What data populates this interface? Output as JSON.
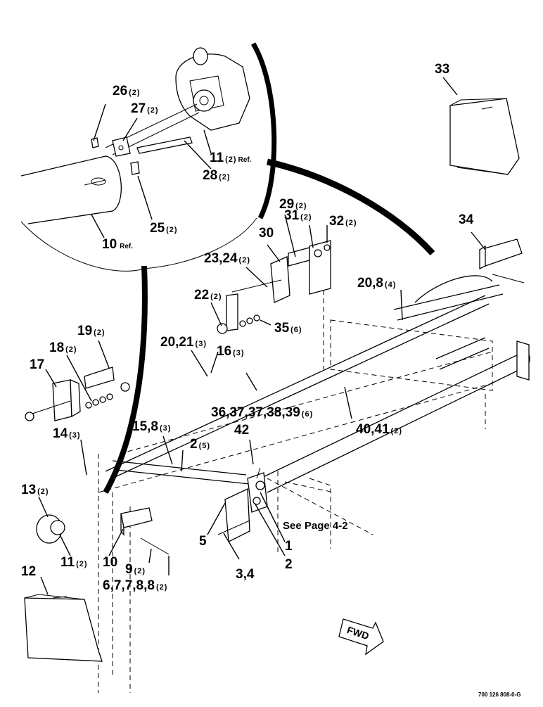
{
  "callouts": [
    {
      "id": "c26",
      "num": "26",
      "qty": "(2)"
    },
    {
      "id": "c27",
      "num": "27",
      "qty": "(2)"
    },
    {
      "id": "c11ref",
      "num": "11",
      "qty": "(2)",
      "note": "Ref."
    },
    {
      "id": "c28",
      "num": "28",
      "qty": "(2)"
    },
    {
      "id": "c25",
      "num": "25",
      "qty": "(2)"
    },
    {
      "id": "c10ref",
      "num": "10",
      "qty": "",
      "note": "Ref."
    },
    {
      "id": "c33",
      "num": "33",
      "qty": ""
    },
    {
      "id": "c34",
      "num": "34",
      "qty": ""
    },
    {
      "id": "c29",
      "num": "29",
      "qty": "(2)"
    },
    {
      "id": "c31",
      "num": "31",
      "qty": "(2)"
    },
    {
      "id": "c32",
      "num": "32",
      "qty": "(2)"
    },
    {
      "id": "c30",
      "num": "30",
      "qty": ""
    },
    {
      "id": "c2324",
      "num": "23,24",
      "qty": "(2)"
    },
    {
      "id": "c22",
      "num": "22",
      "qty": "(2)"
    },
    {
      "id": "c208",
      "num": "20,8",
      "qty": "(4)"
    },
    {
      "id": "c35",
      "num": "35",
      "qty": "(6)"
    },
    {
      "id": "c2021",
      "num": "20,21",
      "qty": "(3)"
    },
    {
      "id": "c16",
      "num": "16",
      "qty": "(3)"
    },
    {
      "id": "c19",
      "num": "19",
      "qty": "(2)"
    },
    {
      "id": "c18",
      "num": "18",
      "qty": "(2)"
    },
    {
      "id": "c17",
      "num": "17",
      "qty": ""
    },
    {
      "id": "c3639",
      "num": "36,37,37,38,39",
      "qty": "(6)"
    },
    {
      "id": "c4041",
      "num": "40,41",
      "qty": "(2)"
    },
    {
      "id": "c14",
      "num": "14",
      "qty": "(3)"
    },
    {
      "id": "c158",
      "num": "15,8",
      "qty": "(3)"
    },
    {
      "id": "c2",
      "num": "2",
      "qty": "(5)"
    },
    {
      "id": "c42",
      "num": "42",
      "qty": ""
    },
    {
      "id": "c13",
      "num": "13",
      "qty": "(2)"
    },
    {
      "id": "c5",
      "num": "5",
      "qty": ""
    },
    {
      "id": "c1",
      "num": "1",
      "qty": ""
    },
    {
      "id": "c2b",
      "num": "2",
      "qty": ""
    },
    {
      "id": "c11",
      "num": "11",
      "qty": "(2)"
    },
    {
      "id": "c10",
      "num": "10",
      "qty": ""
    },
    {
      "id": "c9",
      "num": "9",
      "qty": "(2)"
    },
    {
      "id": "c6788",
      "num": "6,7,7,8,8",
      "qty": "(2)"
    },
    {
      "id": "c34b",
      "num": "3,4",
      "qty": ""
    },
    {
      "id": "c12",
      "num": "12",
      "qty": ""
    }
  ],
  "see_page": "See Page 4-2",
  "direction_label": "FWD",
  "drawing_code": "700 126 808-0-G"
}
